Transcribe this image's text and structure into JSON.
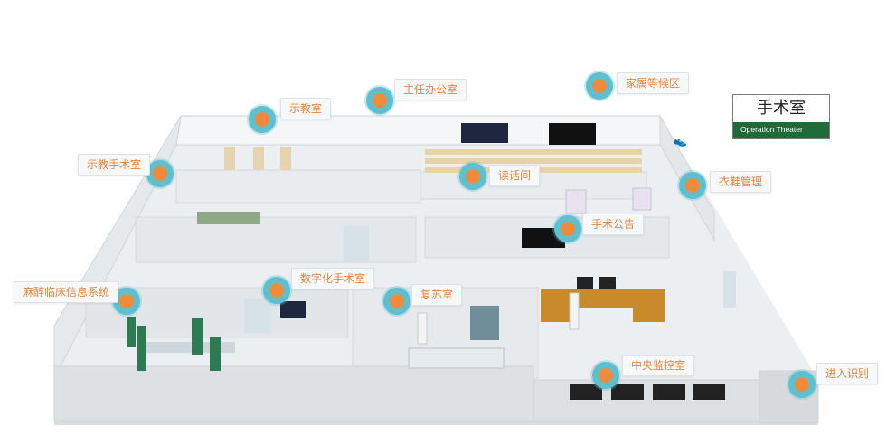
{
  "sign": {
    "title": "手术室",
    "subtitle": "Operation Theater",
    "accent": "#1e6b3a"
  },
  "colors": {
    "hotspot_ring": "#5ec0cf",
    "hotspot_dot": "#f08a3c",
    "label_text": "#e8843a"
  },
  "hotspots": [
    {
      "id": "shijiaoshi",
      "label": "示教室"
    },
    {
      "id": "zhurenbangongshi",
      "label": "主任办公室"
    },
    {
      "id": "jiashudenghouqu",
      "label": "家属等候区"
    },
    {
      "id": "shijiaoshoushushi",
      "label": "示教手术室"
    },
    {
      "id": "duhuajian",
      "label": "读话间"
    },
    {
      "id": "yixieguanli",
      "label": "衣鞋管理"
    },
    {
      "id": "shoushugonggao",
      "label": "手术公告"
    },
    {
      "id": "mazuilinchuang",
      "label": "麻醉临床信息系统"
    },
    {
      "id": "shuzihuashoushushi",
      "label": "数字化手术室"
    },
    {
      "id": "fusushi",
      "label": "复苏室"
    },
    {
      "id": "zhongyangjiankongshi",
      "label": "中央监控室"
    },
    {
      "id": "jinrushibie",
      "label": "进入识别"
    }
  ]
}
